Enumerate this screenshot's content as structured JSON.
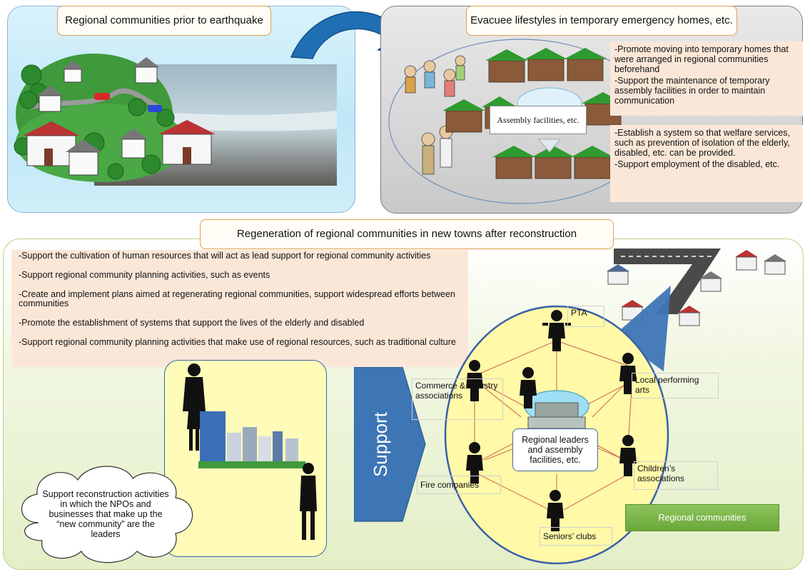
{
  "panels": {
    "prior": {
      "title": "Regional communities prior to earthquake"
    },
    "evacuee": {
      "title": "Evacuee lifestyles in temporary emergency homes, etc.",
      "assembly_label": "Assembly facilities, etc.",
      "notes_top": [
        "-Promote moving into temporary homes that were arranged in regional communities beforehand",
        "-Support the maintenance of temporary assembly facilities in order to maintain communication"
      ],
      "notes_bottom": [
        "-Establish a system so that welfare services, such as prevention of isolation of the elderly, disabled, etc. can be provided.",
        "-Support employment of the disabled, etc."
      ]
    },
    "regeneration": {
      "title": "Regeneration of regional communities in new towns after reconstruction",
      "bullets": [
        "-Support the cultivation of human resources that will act as lead support for regional community activities",
        "-Support regional community planning activities, such as events",
        "-Create and implement plans aimed at regenerating regional communities, support widespread efforts between communities",
        "-Promote the establishment of systems that support the lives of the elderly and disabled",
        "-Support regional community planning activities that make use of regional resources, such as traditional culture"
      ],
      "support_label": "Support",
      "cloud_text": "Support reconstruction activities in which the NPOs and businesses that make up the “new community” are the leaders",
      "center_label": "Regional leaders and assembly facilities, etc.",
      "community_labels": {
        "pta": "PTA",
        "commerce": "Commerce & industry associations",
        "performing": "Local performing arts",
        "fire": "Fire companies",
        "children": "Children’s associations",
        "seniors": "Seniors’ clubs"
      },
      "regional_button": "Regional communities"
    }
  },
  "colors": {
    "arrow_blue": "#1f6fb5",
    "support_blue": "#3d75b5",
    "house_green": "#2f9a2f",
    "regional_green": "#79b642",
    "note_peach": "#fbe7d8"
  }
}
